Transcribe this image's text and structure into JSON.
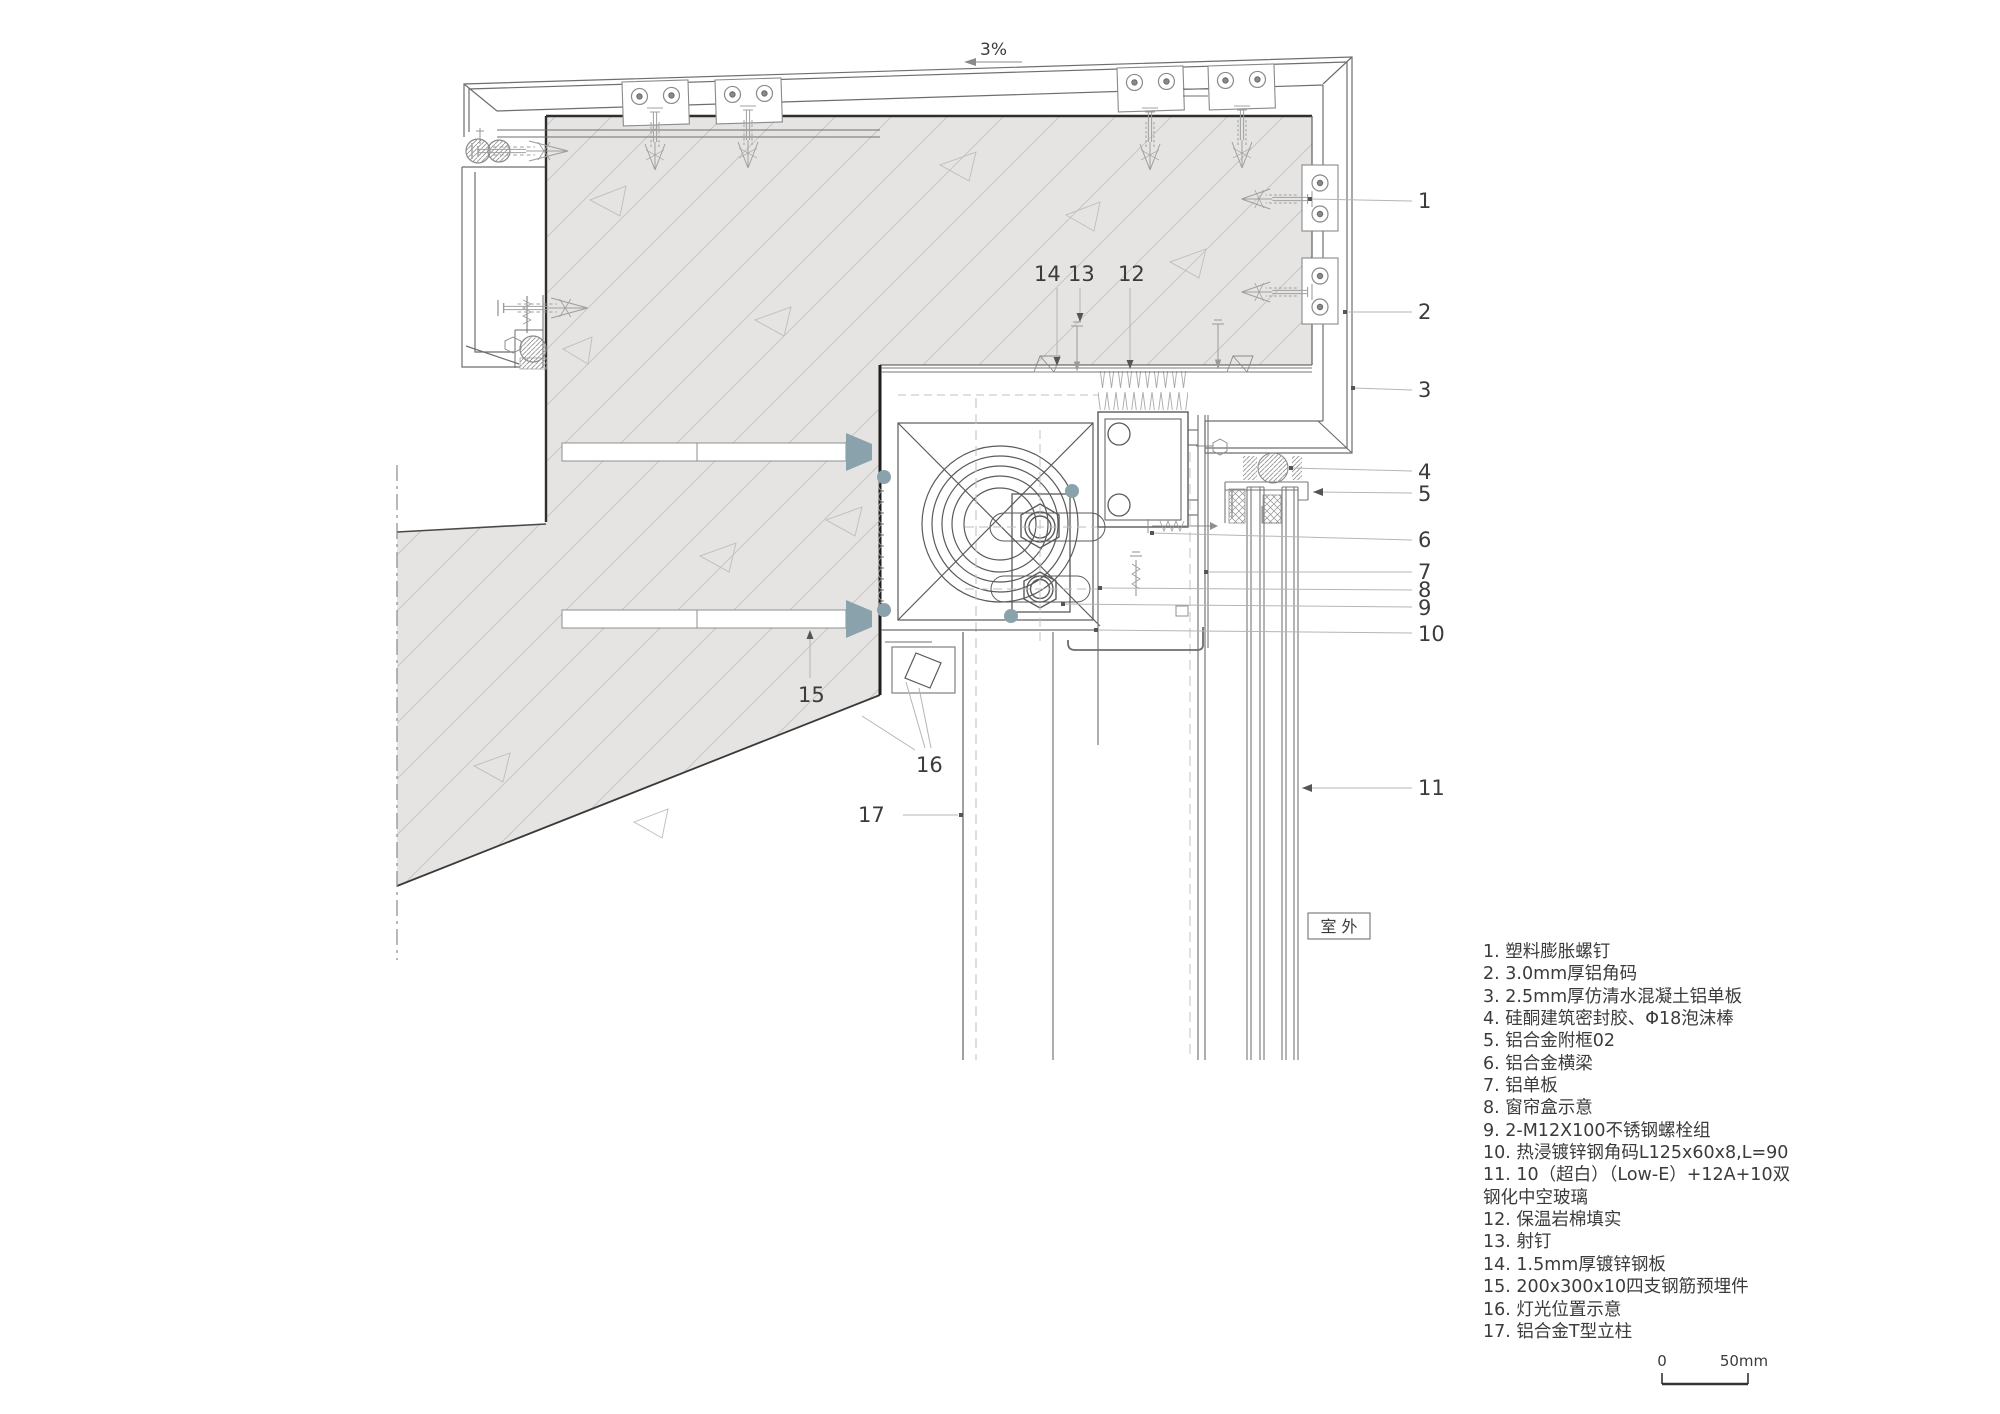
{
  "drawing": {
    "slope_label": "3%",
    "outdoor_label": "室 外",
    "callouts": [
      "1",
      "2",
      "3",
      "4",
      "5",
      "6",
      "7",
      "8",
      "9",
      "10",
      "11"
    ],
    "detail_labels": {
      "n12": "12",
      "n13": "13",
      "n14": "14",
      "n15": "15",
      "n16": "16",
      "n17": "17"
    }
  },
  "legend": {
    "lines": [
      "1. 塑料膨胀螺钉",
      "2. 3.0mm厚铝角码",
      "3. 2.5mm厚仿清水混凝土铝单板",
      "4. 硅酮建筑密封胶、Φ18泡沫棒",
      "5. 铝合金附框02",
      "6. 铝合金横梁",
      "7. 铝单板",
      "8. 窗帘盒示意",
      "9. 2-M12X100不锈钢螺栓组",
      "10. 热浸镀锌钢角码L125x60x8,L=90",
      "11. 10（超白）（Low-E）+12A+10双",
      "钢化中空玻璃",
      "12. 保温岩棉填实",
      "13. 射钉",
      "14. 1.5mm厚镀锌钢板",
      "15. 200x300x10四支钢筋预埋件",
      "16. 灯光位置示意",
      "17. 铝合金T型立柱"
    ]
  },
  "scale_bar": {
    "start": "0",
    "end": "50mm"
  },
  "colors": {
    "concrete": "#e5e4e2",
    "hatch": "#c7c6c4",
    "accent_teal": "#8aa2ac",
    "line": "#6a6a6a",
    "dark": "#222222",
    "leader": "#b5b5b5",
    "text": "#3b3b3b"
  }
}
